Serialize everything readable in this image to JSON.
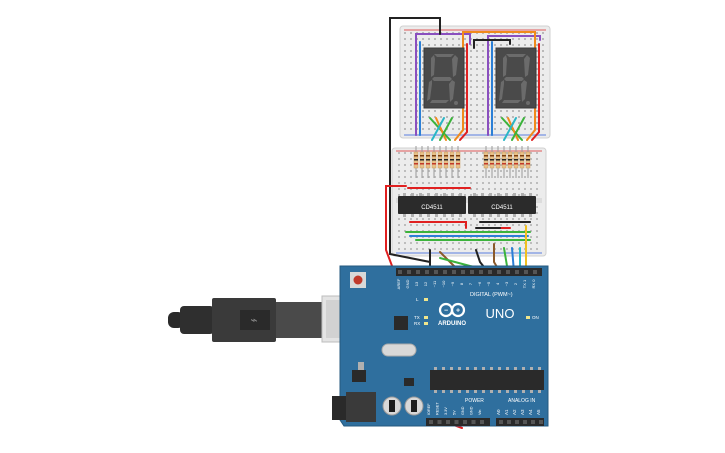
{
  "circuit": {
    "board": {
      "logo_text": "ARDUINO",
      "model_text": "UNO",
      "on_label": "ON",
      "digital_label": "DIGITAL (PWM~)",
      "power_label": "POWER",
      "analog_label": "ANALOG IN",
      "tx_label": "TX",
      "rx_label": "RX",
      "l_label": "L",
      "digital_pins": [
        "AREF",
        "GND",
        "13",
        "12",
        "~11",
        "~10",
        "~9",
        "8",
        "7",
        "~6",
        "~5",
        "4",
        "~3",
        "2",
        "TX 1",
        "RX 0"
      ],
      "power_pins": [
        "IOREF",
        "RESET",
        "3.3V",
        "5V",
        "GND",
        "GND",
        "Vin"
      ],
      "analog_pins": [
        "A0",
        "A1",
        "A2",
        "A3",
        "A4",
        "A5"
      ]
    },
    "chips": [
      {
        "label": "CD4511"
      },
      {
        "label": "CD4511"
      }
    ],
    "colors": {
      "board": "#2f6f9e",
      "breadboard": "#e9e9e9",
      "display": "#4a4a4a",
      "segment_off": "#6b6b6b",
      "chip": "#2b2b2b",
      "wire_red": "#e02020",
      "wire_black": "#222222",
      "wire_orange": "#f08a1c",
      "wire_blue": "#2b7fd6",
      "wire_green": "#3bb33b",
      "wire_purple": "#8a4fbf",
      "wire_yellow": "#f0c020",
      "wire_brown": "#8b5a2b",
      "wire_cyan": "#2ab6c6"
    }
  }
}
